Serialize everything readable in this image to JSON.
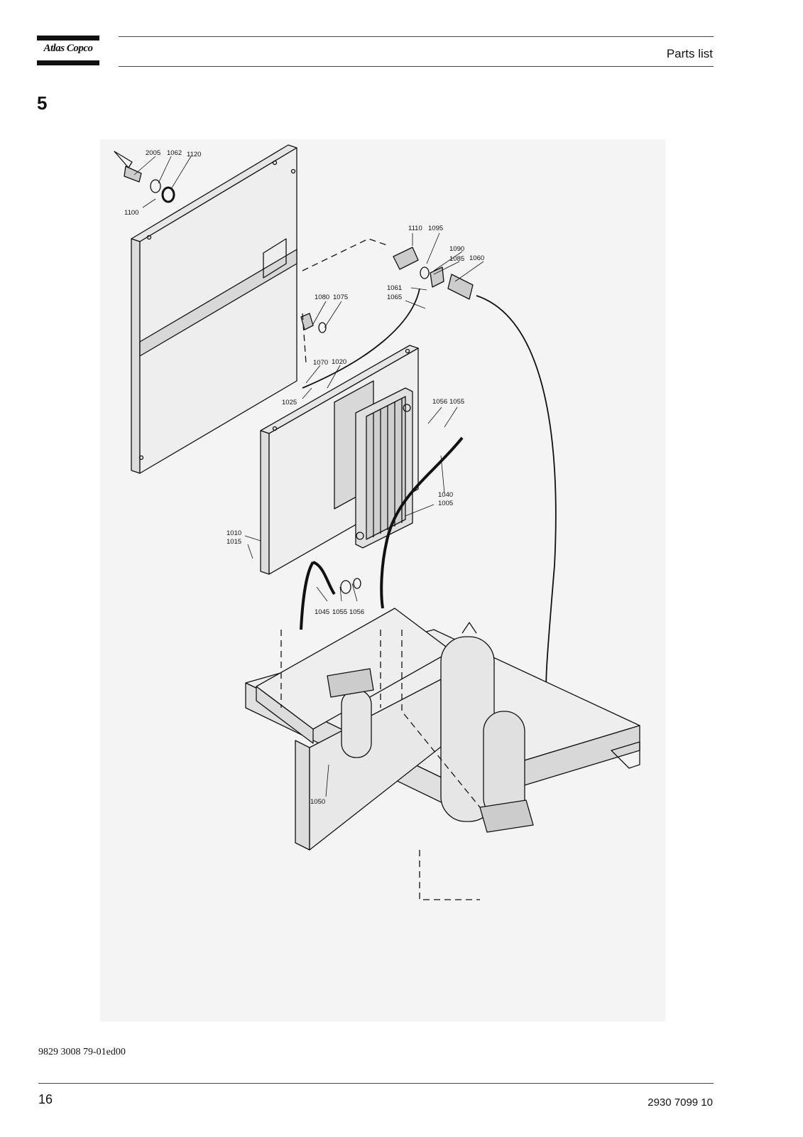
{
  "header": {
    "logo_text": "Atlas Copco",
    "title": "Parts list"
  },
  "section": {
    "number": "5"
  },
  "drawing": {
    "callouts": [
      "2005",
      "1062",
      "1120",
      "1100",
      "1110",
      "1095",
      "1090",
      "1085",
      "1060",
      "1061",
      "1065",
      "1080",
      "1075",
      "1070",
      "1020",
      "1025",
      "1056",
      "1055",
      "1040",
      "1005",
      "1010",
      "1015",
      "1045",
      "1055",
      "1056",
      "1050"
    ]
  },
  "footer": {
    "drawing_ref": "9829 3008 79-01ed00",
    "page_number": "16",
    "doc_number": "2930 7099 10"
  },
  "colors": {
    "line": "#111111",
    "background_drawing": "#f4f4f4",
    "sheet_metal": "#e6e6e6"
  }
}
